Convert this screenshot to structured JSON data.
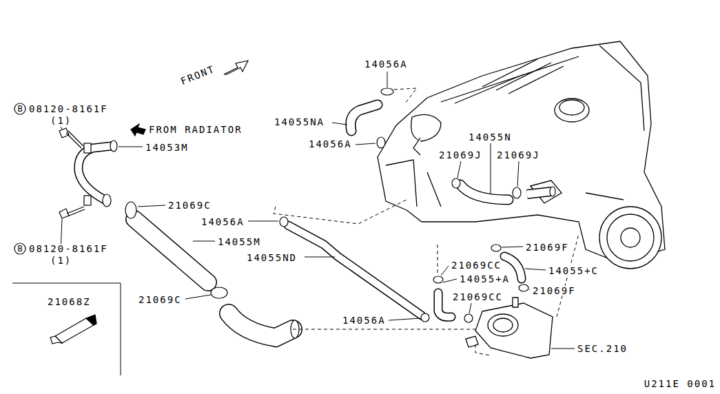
{
  "diagram": {
    "nodes": [
      {
        "text": [
          "B"
        ]
      },
      {
        "text": [
          "B"
        ]
      }
    ],
    "labels": [
      "14056A",
      "14055NA",
      "14056A",
      "FRONT",
      "FROM RADIATOR",
      "08120-8161F",
      "(1)",
      "14053M",
      "14055N",
      "21069J",
      "21069J",
      "21069C",
      "14056A",
      "14055M",
      "08120-8161F",
      "(1)",
      "21069F",
      "14055ND",
      "21069CC",
      "14055+C",
      "14055+A",
      "21069F",
      "21069CC",
      "21068Z",
      "21069C",
      "14056A",
      "SEC.210",
      "U211E 0001"
    ]
  }
}
